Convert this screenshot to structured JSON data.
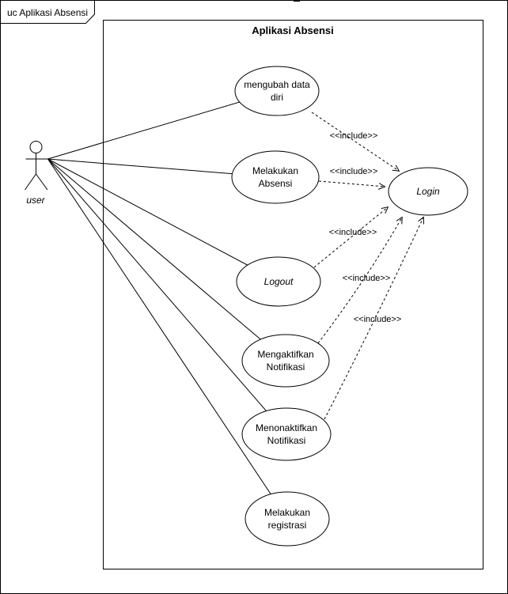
{
  "frame": {
    "tab_label": "uc Aplikasi Absensi",
    "system_title": "Aplikasi Absensi"
  },
  "actor": {
    "label": "user"
  },
  "usecases": {
    "ubah_data": {
      "line1": "mengubah data",
      "line2": "diri"
    },
    "absensi": {
      "line1": "Melakukan",
      "line2": "Absensi"
    },
    "login": {
      "label": "Login"
    },
    "logout": {
      "label": "Logout"
    },
    "aktif": {
      "line1": "Mengaktifkan",
      "line2": "Notifikasi"
    },
    "nonaktif": {
      "line1": "Menonaktifkan",
      "line2": "Notifikasi"
    },
    "registrasi": {
      "line1": "Melakukan",
      "line2": "registrasi"
    }
  },
  "relations": {
    "include_label": "<<include>>"
  },
  "colors": {
    "stroke": "#000000",
    "background": "#ffffff"
  }
}
